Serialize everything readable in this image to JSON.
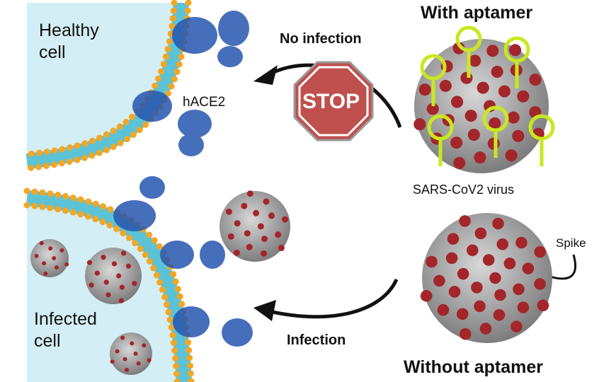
{
  "labels": {
    "healthy_cell": [
      "Healthy",
      "cell"
    ],
    "infected_cell": [
      "Infected",
      "cell"
    ],
    "receptor": "hACE2",
    "no_infection": "No infection",
    "infection": "Infection",
    "with_aptamer": "With aptamer",
    "without_aptamer": "Without aptamer",
    "virus": "SARS-CoV2 virus",
    "spike": "Spike",
    "stop_sign": "STOP"
  },
  "colors": {
    "cell": "#d3eef4",
    "membrane": "#5cc3d6",
    "lipid_head": "#f5a623",
    "receptor": "#2656b0",
    "virus_body": "#9a9a9a",
    "virus_spike": "#a3262a",
    "aptamer": "#c8e81e",
    "stop_sign": "#c0504d"
  }
}
